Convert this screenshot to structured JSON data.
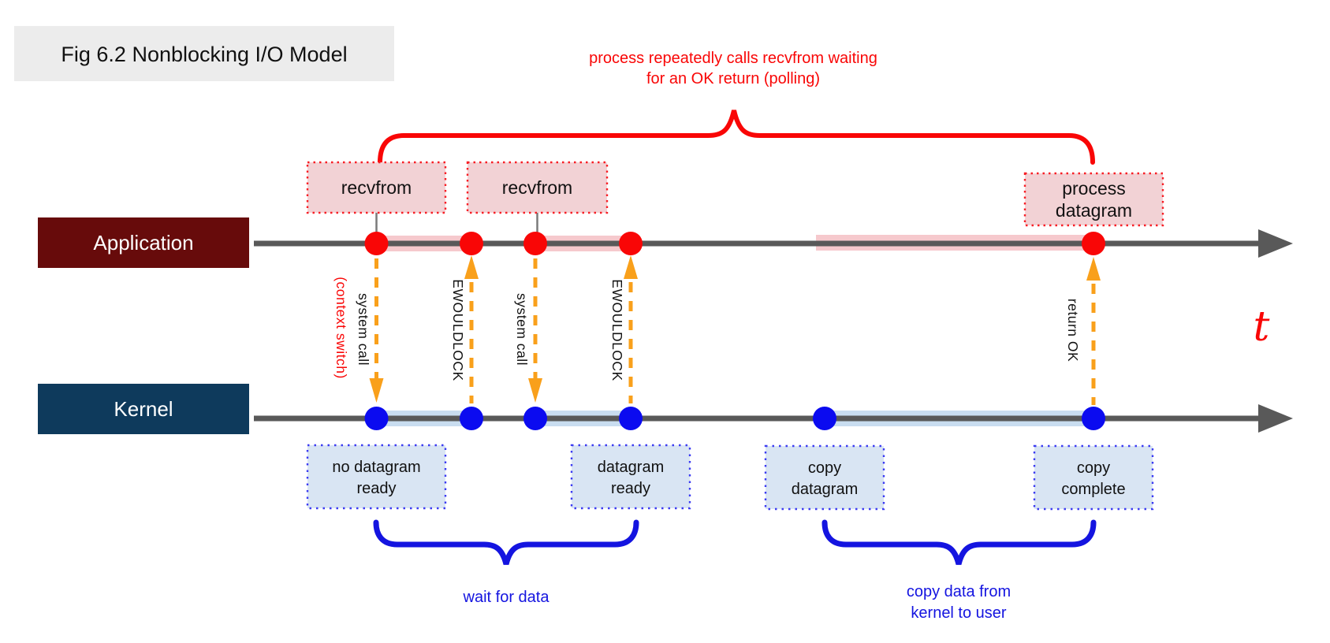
{
  "title": "Fig 6.2 Nonblocking I/O Model",
  "top_annotation": {
    "line1": "process repeatedly calls recvfrom waiting",
    "line2": "for an OK return (polling)"
  },
  "lanes": {
    "application_label": "Application",
    "kernel_label": "Kernel"
  },
  "application_events": [
    {
      "label": "recvfrom"
    },
    {
      "label": "recvfrom"
    },
    {
      "line1": "process",
      "line2": "datagram"
    }
  ],
  "kernel_states": [
    {
      "line1": "no datagram",
      "line2": "ready"
    },
    {
      "line1": "datagram",
      "line2": "ready"
    },
    {
      "line1": "copy",
      "line2": "datagram"
    },
    {
      "line1": "copy",
      "line2": "complete"
    }
  ],
  "transition_labels": {
    "context_switch": "(context switch)",
    "system_call_1": "system call",
    "ewouldlock_1": "EWOULDLOCK",
    "system_call_2": "system call",
    "ewouldlock_2": "EWOULDLOCK",
    "return_ok": "return OK"
  },
  "phase_braces": {
    "wait_label": "wait for data",
    "copy_line1": "copy data from",
    "copy_line2": "kernel to user"
  },
  "time_axis_label": "t",
  "colors": {
    "red_accent": "#f90606",
    "pink_fill": "#f2d2d5",
    "pink_band": "#f6c9cd",
    "maroon_box": "#670b0b",
    "navy_box": "#0e3a5c",
    "timeline_gray": "#595959",
    "blue_accent": "#1414e0",
    "blue_dot": "#0b0bf0",
    "blue_fill": "#d9e5f3",
    "blue_band": "#c9ddf0",
    "orange": "#f9a01b",
    "title_bg": "#ececec"
  }
}
